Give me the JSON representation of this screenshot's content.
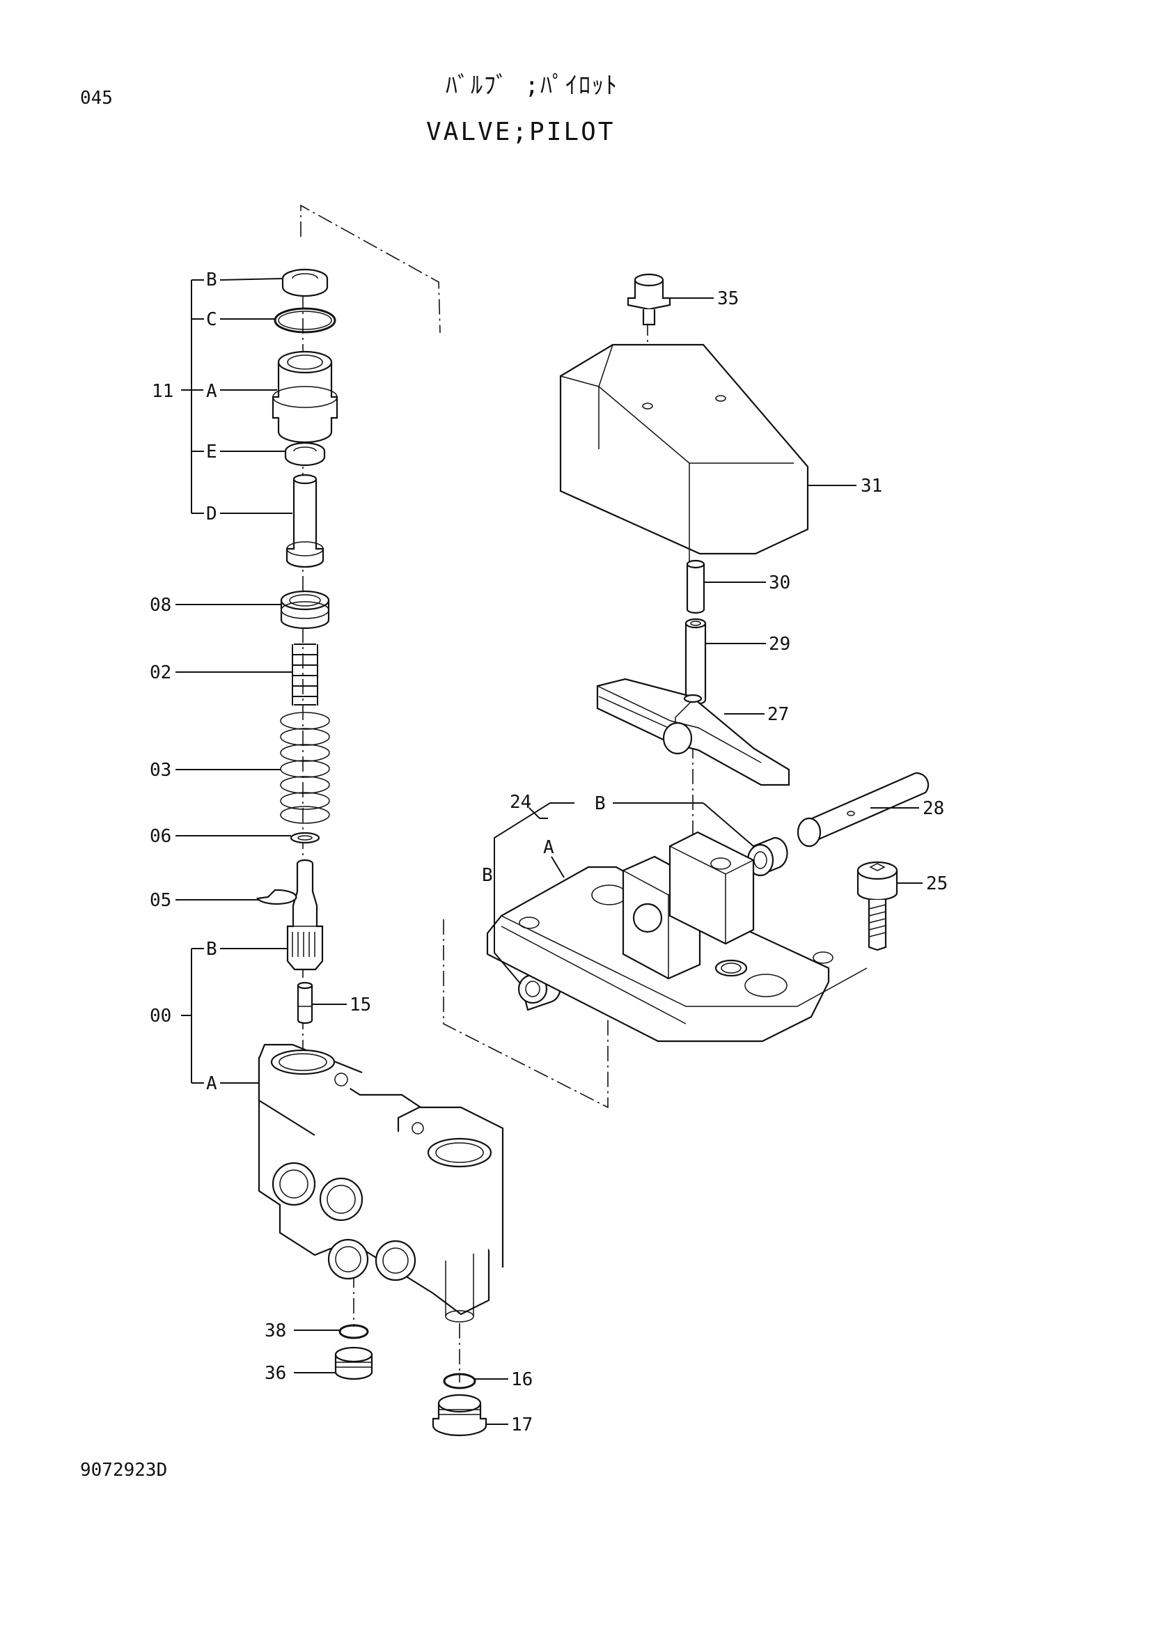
{
  "header": {
    "page_code": "045",
    "title_jp": "ﾊﾞﾙﾌﾞ ;ﾊﾟｲﾛｯﾄ",
    "title_en": "VALVE;PILOT"
  },
  "footer": {
    "drawing_number": "9072923D"
  },
  "callouts": {
    "c11": "11",
    "c11_b": "B",
    "c11_c": "C",
    "c11_a": "A",
    "c11_e": "E",
    "c11_d": "D",
    "c08": "08",
    "c02": "02",
    "c03": "03",
    "c06": "06",
    "c05": "05",
    "c00": "00",
    "c00_b": "B",
    "c00_a": "A",
    "c15": "15",
    "c38": "38",
    "c36": "36",
    "c16": "16",
    "c17": "17",
    "c35": "35",
    "c31": "31",
    "c30": "30",
    "c29": "29",
    "c27": "27",
    "c24": "24",
    "c24_b_top": "B",
    "c24_a": "A",
    "c24_b_left": "B",
    "c28": "28",
    "c25": "25"
  }
}
